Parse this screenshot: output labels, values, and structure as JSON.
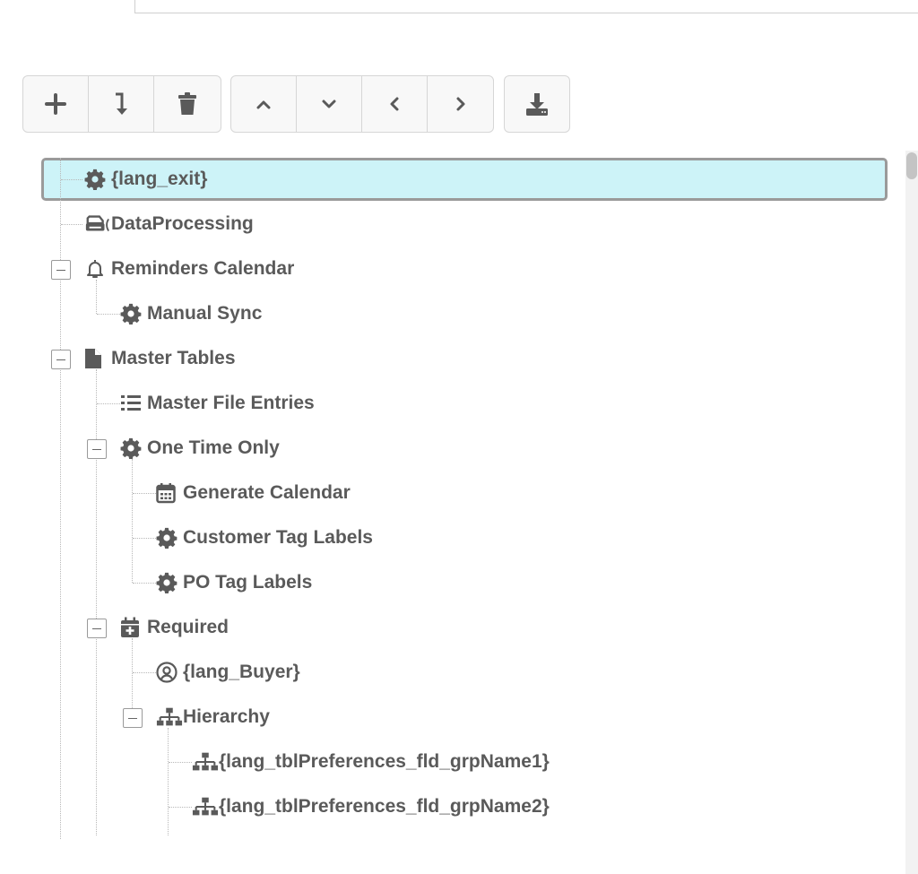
{
  "colors": {
    "selected_bg": "#cdf3f8",
    "icon": "#5a5a5a",
    "text": "#5a5a5a"
  },
  "toolbar": {
    "groups": [
      {
        "buttons": [
          {
            "icon": "plus-icon"
          },
          {
            "icon": "insert-arrow-icon"
          },
          {
            "icon": "trash-icon"
          }
        ]
      },
      {
        "buttons": [
          {
            "icon": "chevron-up-icon"
          },
          {
            "icon": "chevron-down-icon"
          },
          {
            "icon": "chevron-left-icon"
          },
          {
            "icon": "chevron-right-icon"
          }
        ]
      },
      {
        "buttons": [
          {
            "icon": "download-icon"
          }
        ]
      }
    ]
  },
  "tree": {
    "nodes": [
      {
        "label": "{lang_exit}",
        "icon": "gear-icon",
        "selected": true
      },
      {
        "label": "DataProcessing",
        "icon": "printer-icon"
      },
      {
        "label": "Reminders Calendar",
        "icon": "bell-icon",
        "expanded": true
      },
      {
        "label": "Manual Sync",
        "icon": "gear-icon"
      },
      {
        "label": "Master Tables",
        "icon": "file-icon",
        "expanded": true
      },
      {
        "label": "Master File Entries",
        "icon": "list-icon"
      },
      {
        "label": "One Time Only",
        "icon": "gear-icon",
        "expanded": true
      },
      {
        "label": "Generate Calendar",
        "icon": "calendar-icon"
      },
      {
        "label": "Customer Tag Labels",
        "icon": "gear-icon"
      },
      {
        "label": "PO Tag Labels",
        "icon": "gear-icon"
      },
      {
        "label": "Required",
        "icon": "calendar-plus-icon",
        "expanded": true
      },
      {
        "label": "{lang_Buyer}",
        "icon": "user-circle-icon"
      },
      {
        "label": "Hierarchy",
        "icon": "sitemap-icon",
        "expanded": true
      },
      {
        "label": "{lang_tblPreferences_fld_grpName1}",
        "icon": "sitemap-icon"
      },
      {
        "label": "{lang_tblPreferences_fld_grpName2}",
        "icon": "sitemap-icon"
      }
    ]
  }
}
